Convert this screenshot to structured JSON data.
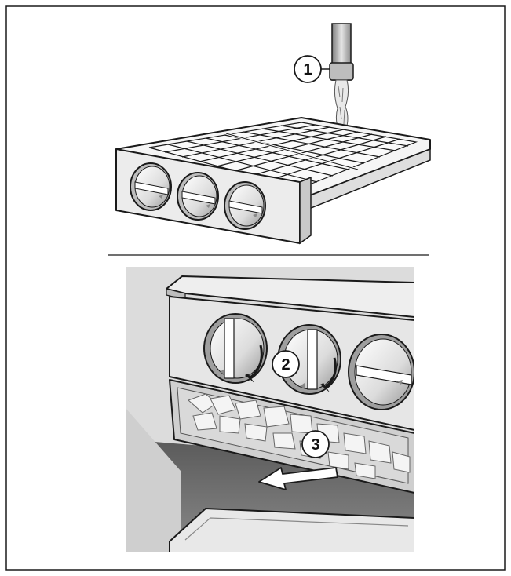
{
  "steps": [
    {
      "number": "1",
      "meaning": "fill-tray-with-water"
    },
    {
      "number": "2",
      "meaning": "turn-knobs-to-release-ice"
    },
    {
      "number": "3",
      "meaning": "pull-out-ice-drawer"
    }
  ],
  "icons": [
    "water-tap-icon",
    "rotate-arrow-icon",
    "pull-arrow-icon"
  ],
  "colors": {
    "line": "#1a1a1a",
    "tray": "#f2f2f2",
    "panel_gray": "#d0d0d0",
    "dark_gray": "#8a8a8a",
    "shadow": "#5a5a5a"
  }
}
